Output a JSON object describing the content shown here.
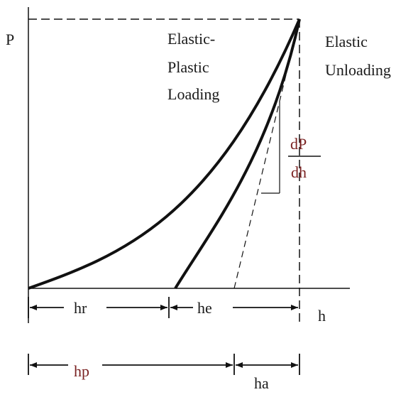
{
  "colors": {
    "ink": "#111111",
    "dimension_accent": "#7a2222",
    "background": "#ffffff"
  },
  "axes": {
    "y_label": "P",
    "x_label": "h"
  },
  "annotations": {
    "loading_line1": "Elastic-",
    "loading_line2": "Plastic",
    "loading_line3": "Loading",
    "unloading_line1": "Elastic",
    "unloading_line2": "Unloading",
    "slope_numerator": "dP",
    "slope_denominator": "dh"
  },
  "dimensions": {
    "hr": "hr",
    "he": "he",
    "hp": "hp",
    "ha": "ha"
  }
}
